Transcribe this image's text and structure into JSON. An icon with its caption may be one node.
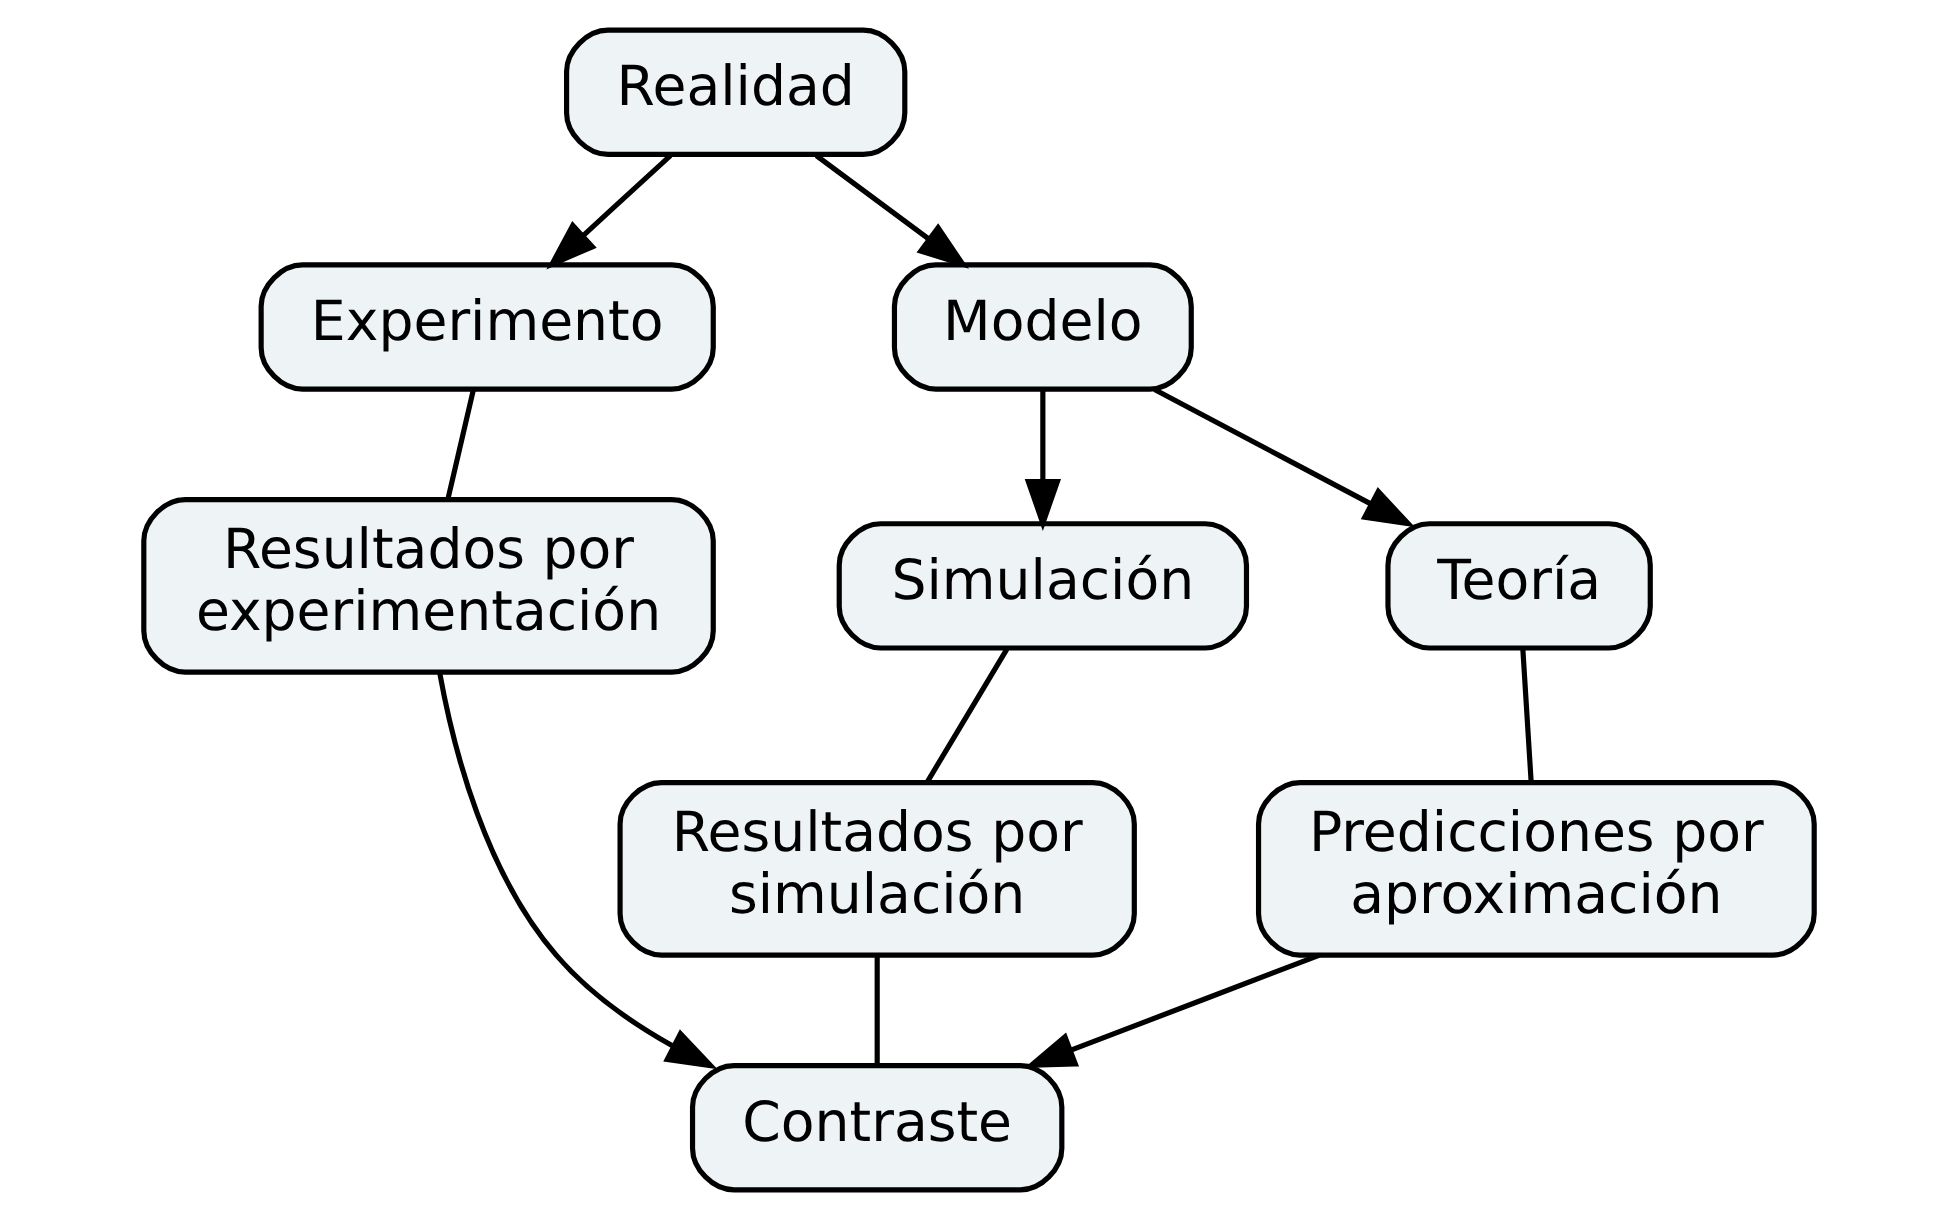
{
  "diagram": {
    "nodes": [
      {
        "text": [
          "Realidad"
        ]
      },
      {
        "text": [
          "Experimento"
        ]
      },
      {
        "text": [
          "Modelo"
        ]
      },
      {
        "text": [
          "Simulación"
        ]
      },
      {
        "text": [
          "Teoría"
        ]
      },
      {
        "text": [
          "Resultados por experimentación"
        ]
      },
      {
        "text": [
          "Resultados por simulación"
        ]
      },
      {
        "text": [
          "Predicciones por aproximación"
        ]
      },
      {
        "text": [
          "Contraste"
        ]
      }
    ],
    "edges": [
      {
        "from": 0,
        "to": 1,
        "arrow": "to"
      },
      {
        "from": 0,
        "to": 2,
        "arrow": "to"
      },
      {
        "from": 2,
        "to": 3,
        "arrow": "to"
      },
      {
        "from": 2,
        "to": 4,
        "arrow": "to"
      },
      {
        "from": 1,
        "to": 5,
        "arrow": "none"
      },
      {
        "from": 3,
        "to": 6,
        "arrow": "none"
      },
      {
        "from": 4,
        "to": 7,
        "arrow": "none"
      },
      {
        "from": 5,
        "to": 8,
        "arrow": "to"
      },
      {
        "from": 6,
        "to": 8,
        "arrow": "none"
      },
      {
        "from": 7,
        "to": 8,
        "arrow": "to"
      }
    ]
  }
}
